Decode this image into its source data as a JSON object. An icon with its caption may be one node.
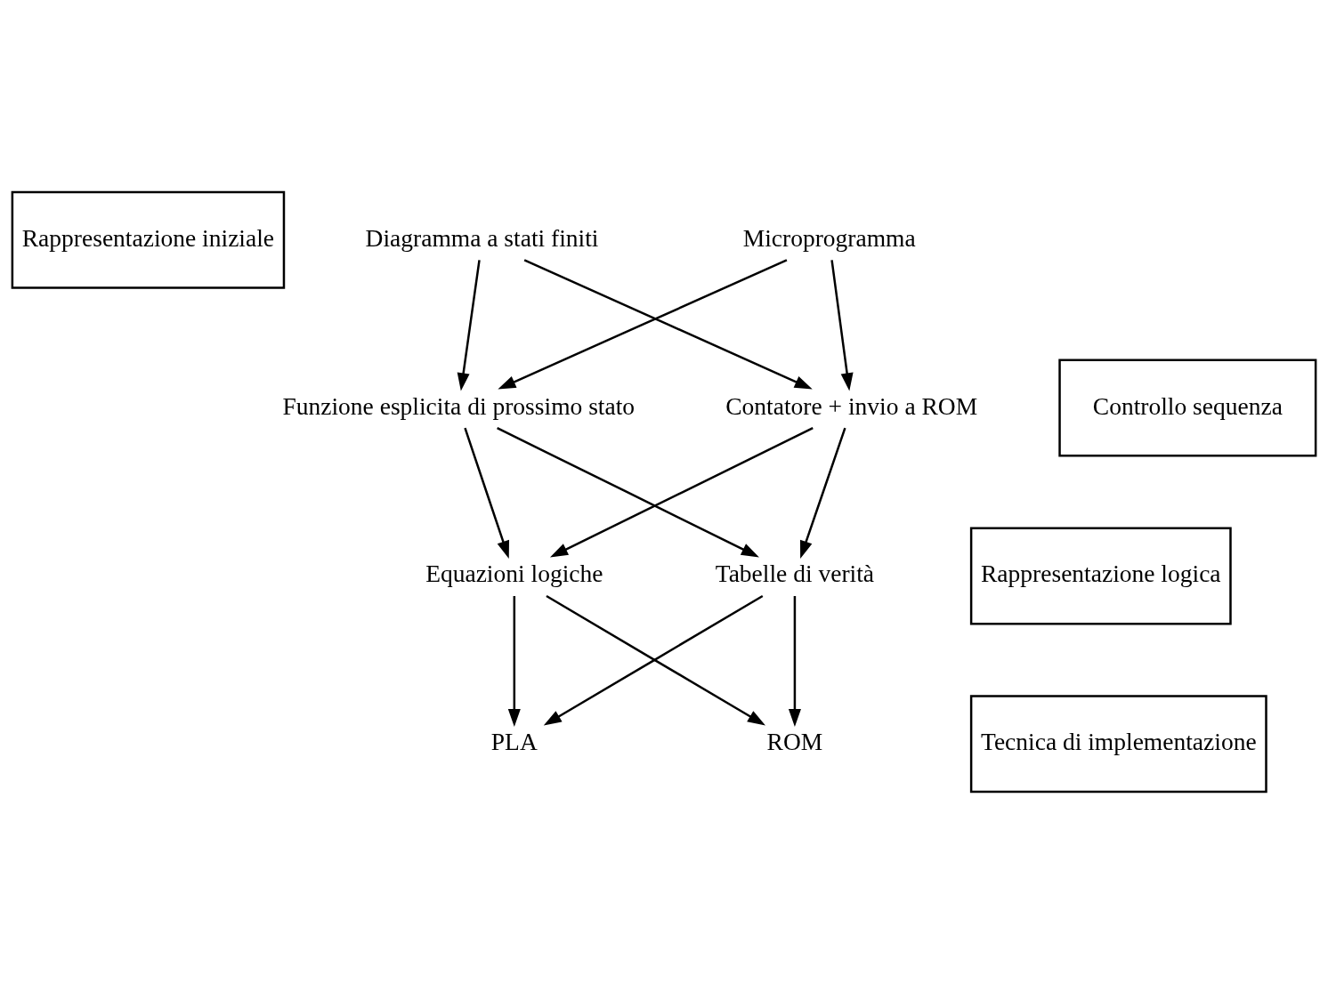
{
  "diagram": {
    "nodes": [
      {
        "text": [
          "Rappresentazione iniziale"
        ]
      },
      {
        "text": [
          "Diagramma a stati finiti"
        ]
      },
      {
        "text": [
          "Microprogramma"
        ]
      },
      {
        "text": [
          "Controllo sequenza"
        ]
      },
      {
        "text": [
          "Funzione esplicita di prossimo stato"
        ]
      },
      {
        "text": [
          "Contatore + invio a ROM"
        ]
      },
      {
        "text": [
          "Rappresentazione logica"
        ]
      },
      {
        "text": [
          "Equazioni logiche"
        ]
      },
      {
        "text": [
          "Tabelle di verità"
        ]
      },
      {
        "text": [
          "Tecnica di implementazione"
        ]
      },
      {
        "text": [
          "PLA"
        ]
      },
      {
        "text": [
          "ROM"
        ]
      }
    ],
    "edges": [
      {
        "from": 1,
        "to": 4,
        "arrow": "to"
      },
      {
        "from": 1,
        "to": 5,
        "arrow": "to"
      },
      {
        "from": 2,
        "to": 4,
        "arrow": "to"
      },
      {
        "from": 2,
        "to": 5,
        "arrow": "to"
      },
      {
        "from": 4,
        "to": 7,
        "arrow": "to"
      },
      {
        "from": 4,
        "to": 8,
        "arrow": "to"
      },
      {
        "from": 5,
        "to": 7,
        "arrow": "to"
      },
      {
        "from": 5,
        "to": 8,
        "arrow": "to"
      },
      {
        "from": 7,
        "to": 10,
        "arrow": "to"
      },
      {
        "from": 7,
        "to": 11,
        "arrow": "to"
      },
      {
        "from": 8,
        "to": 10,
        "arrow": "to"
      },
      {
        "from": 8,
        "to": 11,
        "arrow": "to"
      }
    ]
  }
}
